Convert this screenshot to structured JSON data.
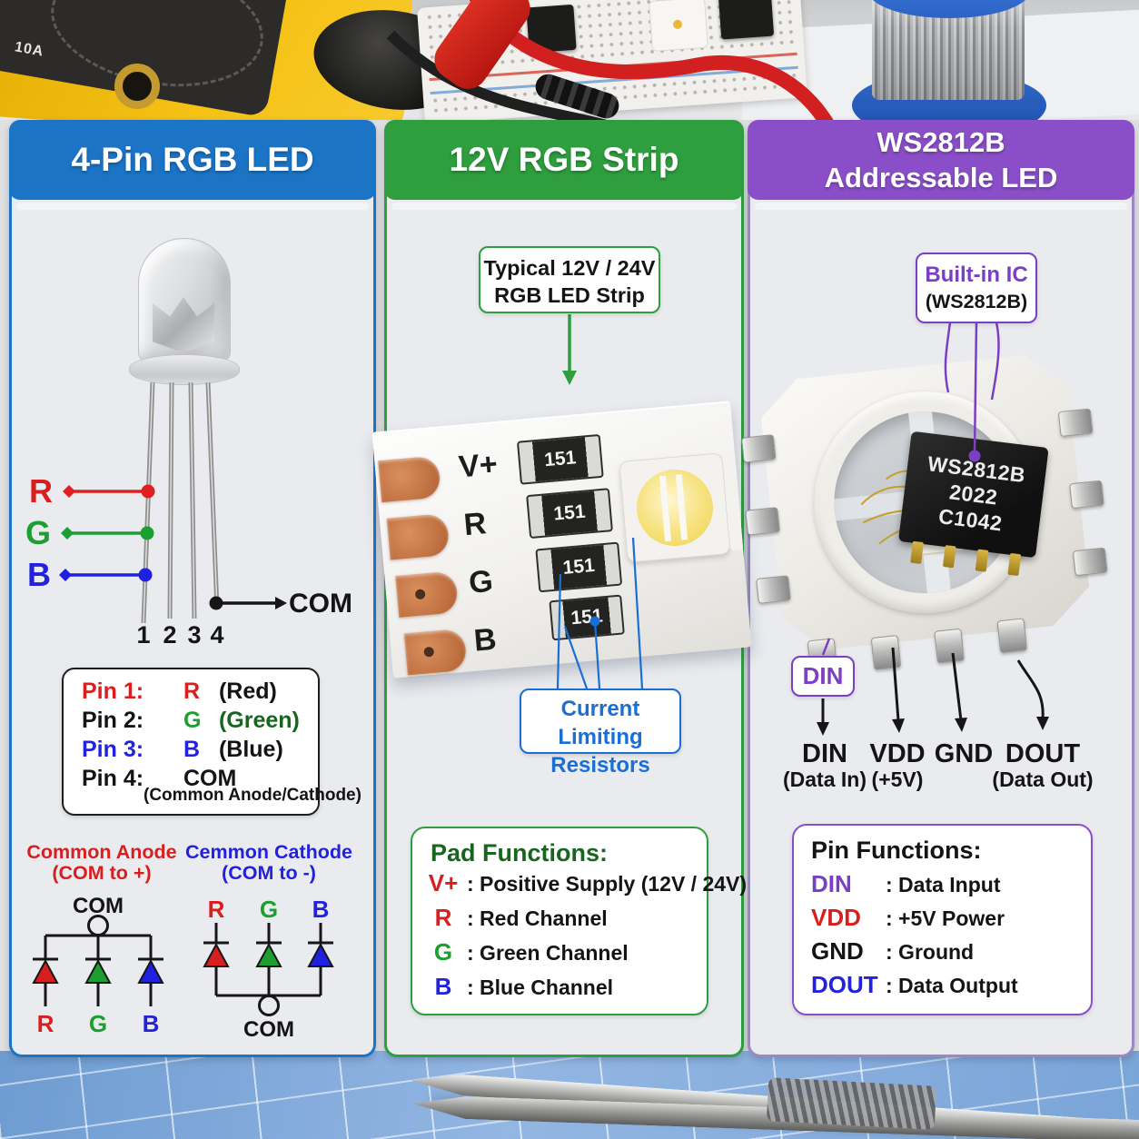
{
  "background": {
    "multimeter_marking": "10A"
  },
  "colors": {
    "header_blue": "#1b74c6",
    "header_green": "#2f9e3f",
    "header_purple": "#8a4fc8",
    "annotation_blue": "#1a6fd4",
    "annotation_green": "#2f9e3f",
    "annotation_purple": "#7b3fc4",
    "label_red": "#d81f1f",
    "label_green": "#1d9e30",
    "label_blue": "#2222dd",
    "label_black": "#141414"
  },
  "panels": {
    "led4pin": {
      "title": "4-Pin RGB LED",
      "wires": {
        "r": "R",
        "g": "G",
        "b": "B",
        "com": "COM"
      },
      "pins": [
        "1",
        "2",
        "3",
        "4"
      ],
      "table": {
        "rows": [
          {
            "pin": "Pin 1:",
            "label": "R",
            "desc": "(Red)"
          },
          {
            "pin": "Pin 2:",
            "label": "G",
            "desc": "(Green)"
          },
          {
            "pin": "Pin 3:",
            "label": "B",
            "desc": "(Blue)"
          },
          {
            "pin": "Pin 4:",
            "label": "COM",
            "desc": ""
          }
        ],
        "note": "(Common Anode/Cathode)"
      },
      "anode": {
        "title": "Common Anode",
        "sub": "(COM to +)",
        "com": "COM",
        "legs": [
          "R",
          "G",
          "B"
        ]
      },
      "cathode": {
        "title": "Cemmon Cathode",
        "sub": "(COM to -)",
        "com": "COM",
        "legs": [
          "R",
          "G",
          "B"
        ]
      }
    },
    "strip": {
      "title": "12V RGB Strip",
      "callout1": "Typical 12V / 24V",
      "callout2": "RGB LED Strip",
      "pads": [
        "V+",
        "R",
        "G",
        "B"
      ],
      "resistor_value": "151",
      "note1": "Current Limiting",
      "note2": "Resistors",
      "functions": {
        "title": "Pad Functions:",
        "rows": [
          {
            "label": "V+",
            "desc": ": Positive Supply (12V / 24V)"
          },
          {
            "label": "R",
            "desc": ": Red Channel"
          },
          {
            "label": "G",
            "desc": ": Green Channel"
          },
          {
            "label": "B",
            "desc": ": Blue Channel"
          }
        ]
      }
    },
    "ws2812b": {
      "title1": "WS2812B",
      "title2": "Addressable LED",
      "callout1": "Built-in IC",
      "callout2": "(WS2812B)",
      "chip": [
        "WS2812B",
        "2022",
        "C1042"
      ],
      "din": "DIN",
      "pin_labels": [
        {
          "name": "DIN",
          "sub": "(Data In)"
        },
        {
          "name": "VDD",
          "sub": "(+5V)"
        },
        {
          "name": "GND",
          "sub": ""
        },
        {
          "name": "DOUT",
          "sub": "(Data Out)"
        }
      ],
      "functions": {
        "title": "Pin Functions:",
        "rows": [
          {
            "label": "DIN",
            "desc": ": Data Input"
          },
          {
            "label": "VDD",
            "desc": ": +5V Power"
          },
          {
            "label": "GND",
            "desc": ": Ground"
          },
          {
            "label": "DOUT",
            "desc": ": Data Output"
          }
        ]
      }
    }
  }
}
